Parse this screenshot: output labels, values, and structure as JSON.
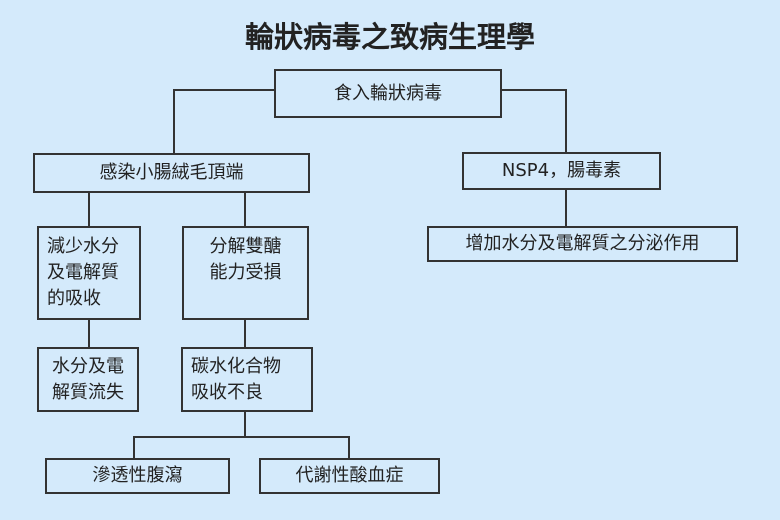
{
  "title": "輪狀病毒之致病生理學",
  "nodes": {
    "root": "食入輪狀病毒",
    "infection": "感染小腸絨毛頂端",
    "nsp4": "NSP4，腸毒素",
    "secretion": "增加水分及電解質之分泌作用",
    "absorption_line1": "減少水分",
    "absorption_line2": "及電解質",
    "absorption_line3": "的吸收",
    "enzyme_line1": "分解雙醣",
    "enzyme_line2": "能力受損",
    "loss_line1": "水分及電",
    "loss_line2": "解質流失",
    "carb_line1": "碳水化合物",
    "carb_line2": "吸收不良",
    "diarrhea": "滲透性腹瀉",
    "acidosis": "代謝性酸血症"
  }
}
